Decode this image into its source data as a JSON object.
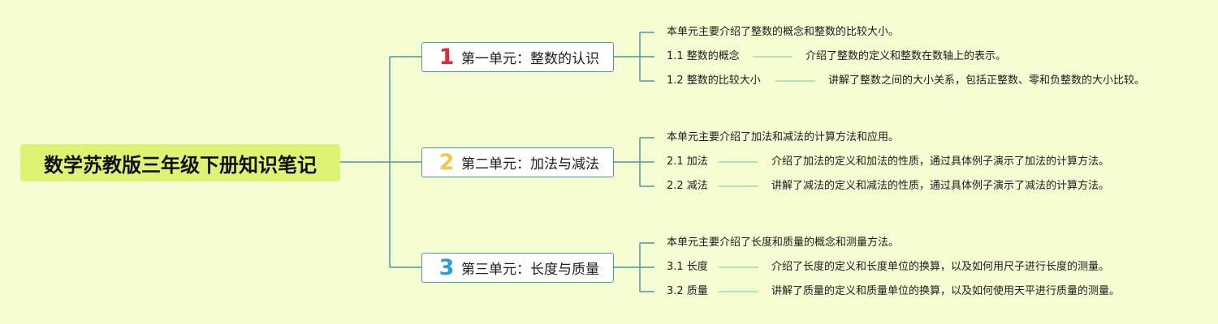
{
  "root": {
    "label": "数学苏教版三年级下册知识笔记"
  },
  "colors": {
    "background": "#f5fcd2",
    "root_fill": "#def274",
    "line": "#4b9aa0",
    "leaf_line": "#8fd3a8",
    "num1": "#e2273b",
    "num2": "#f2c94c",
    "num3": "#2a9fd6"
  },
  "units": [
    {
      "num": "1",
      "title": "第一单元：整数的认识",
      "summary": "本单元主要介绍了整数的概念和整数的比较大小。",
      "subs": [
        {
          "label": "1.1 整数的概念",
          "desc": "介绍了整数的定义和整数在数轴上的表示。"
        },
        {
          "label": "1.2 整数的比较大小",
          "desc": "讲解了整数之间的大小关系，包括正整数、零和负整数的大小比较。"
        }
      ]
    },
    {
      "num": "2",
      "title": "第二单元：加法与减法",
      "summary": "本单元主要介绍了加法和减法的计算方法和应用。",
      "subs": [
        {
          "label": "2.1 加法",
          "desc": "介绍了加法的定义和加法的性质，通过具体例子演示了加法的计算方法。"
        },
        {
          "label": "2.2 减法",
          "desc": "讲解了减法的定义和减法的性质，通过具体例子演示了减法的计算方法。"
        }
      ]
    },
    {
      "num": "3",
      "title": "第三单元：长度与质量",
      "summary": "本单元主要介绍了长度和质量的概念和测量方法。",
      "subs": [
        {
          "label": "3.1 长度",
          "desc": "介绍了长度的定义和长度单位的换算，以及如何用尺子进行长度的测量。"
        },
        {
          "label": "3.2 质量",
          "desc": "讲解了质量的定义和质量单位的换算，以及如何使用天平进行质量的测量。"
        }
      ]
    }
  ]
}
